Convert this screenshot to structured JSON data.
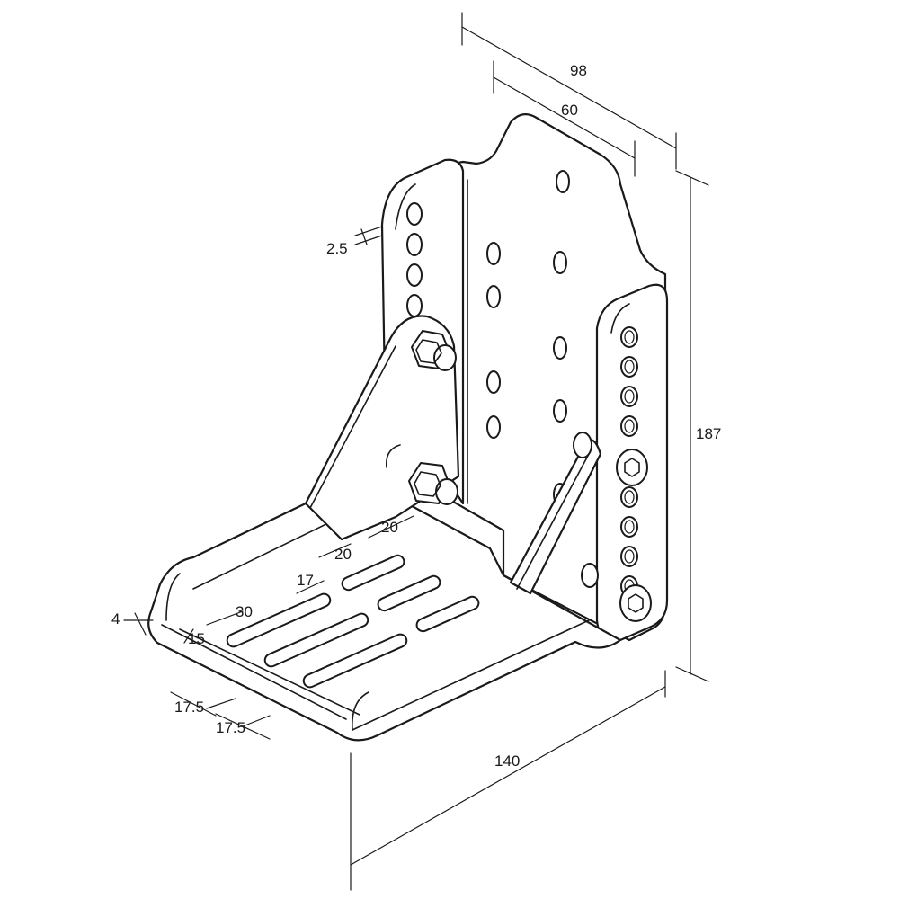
{
  "dimensions": {
    "width_overall": "98",
    "width_top": "60",
    "height": "187",
    "length": "140",
    "thickness": "2.5",
    "plate_edge": "4",
    "slot_margin": "15",
    "slot_length": "30",
    "slot_gap": "17",
    "slot_pitch_a": "20",
    "slot_pitch_b": "20",
    "front_offset_a": "17.5",
    "front_offset_b": "17.5"
  }
}
